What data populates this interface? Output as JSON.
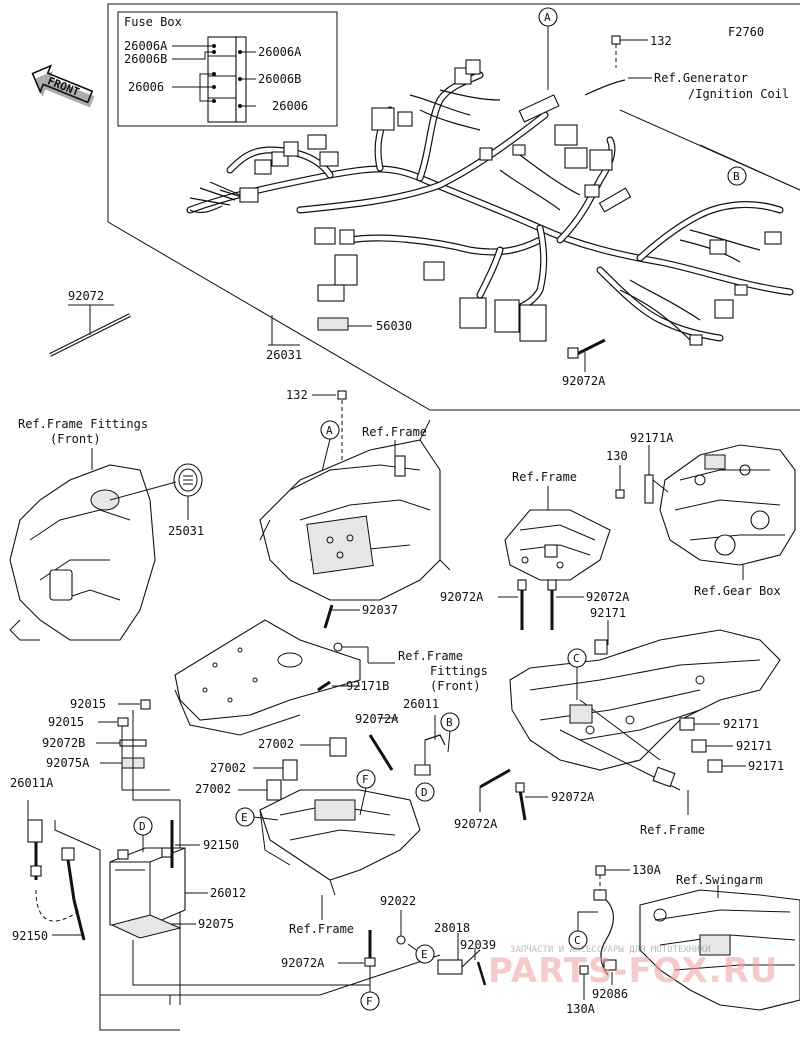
{
  "diagram_code": "F2760",
  "front_badge": "FRONT",
  "fuse_box": {
    "title": "Fuse Box",
    "left_labels": [
      "26006A",
      "26006B",
      "26006"
    ],
    "right_labels": [
      "26006A",
      "26006B",
      "26006"
    ]
  },
  "callouts": {
    "c132_top": "132",
    "ref_generator": "Ref.Generator",
    "ref_ignition": "/Ignition Coil",
    "c92072_left": "92072",
    "c26031": "26031",
    "c56030": "56030",
    "c92072A_top": "92072A",
    "c132_mid": "132",
    "ref_frame_fittings_front_1": "Ref.Frame Fittings",
    "ref_frame_fittings_front_2": "(Front)",
    "ref_frame_top": "Ref.Frame",
    "c25031": "25031",
    "ref_frame_mid": "Ref.Frame",
    "c92171A": "92171A",
    "c130": "130",
    "ref_gear_box": "Ref.Gear Box",
    "c92072A_l": "92072A",
    "c92072A_r": "92072A",
    "c92037": "92037",
    "c92171_top": "92171",
    "ref_frame_fittings_2_1": "Ref.Frame",
    "ref_frame_fittings_2_2": "Fittings",
    "ref_frame_fittings_2_3": "(Front)",
    "c92171B": "92171B",
    "c92015_a": "92015",
    "c92015_b": "92015",
    "c92072B": "92072B",
    "c92075A": "92075A",
    "c26011A": "26011A",
    "c26011": "26011",
    "c92072A_wire": "92072A",
    "c27002_a": "27002",
    "c27002_b": "27002",
    "c27002_c": "27002",
    "c92171_a": "92171",
    "c92171_b": "92171",
    "c92171_c": "92171",
    "c92072A_frame": "92072A",
    "c92072A_lowwire": "92072A",
    "ref_frame_low": "Ref.Frame",
    "c92150_r": "92150",
    "c26012": "26012",
    "c92075": "92075",
    "c92150_l": "92150",
    "ref_frame_bottom": "Ref.Frame",
    "c92022": "92022",
    "c28018": "28018",
    "c92039": "92039",
    "c92072A_bottom": "92072A",
    "c130A_top": "130A",
    "ref_swingarm": "Ref.Swingarm",
    "c92086": "92086",
    "c130A_bottom": "130A"
  },
  "markers": {
    "A_top": "A",
    "B_top": "B",
    "A_mid": "A",
    "C_mid": "C",
    "B_mid": "B",
    "D_mid": "D",
    "E_mid": "E",
    "F_mid": "F",
    "D_batt": "D",
    "E_bottom": "E",
    "F_bottom": "F",
    "C_bottom": "C"
  },
  "watermark": {
    "small": "ЗАПЧАСТИ И АКСЕССУАРЫ ДЛЯ МОТОТЕХНИКИ",
    "brand": "PARTS-FOX.RU"
  }
}
